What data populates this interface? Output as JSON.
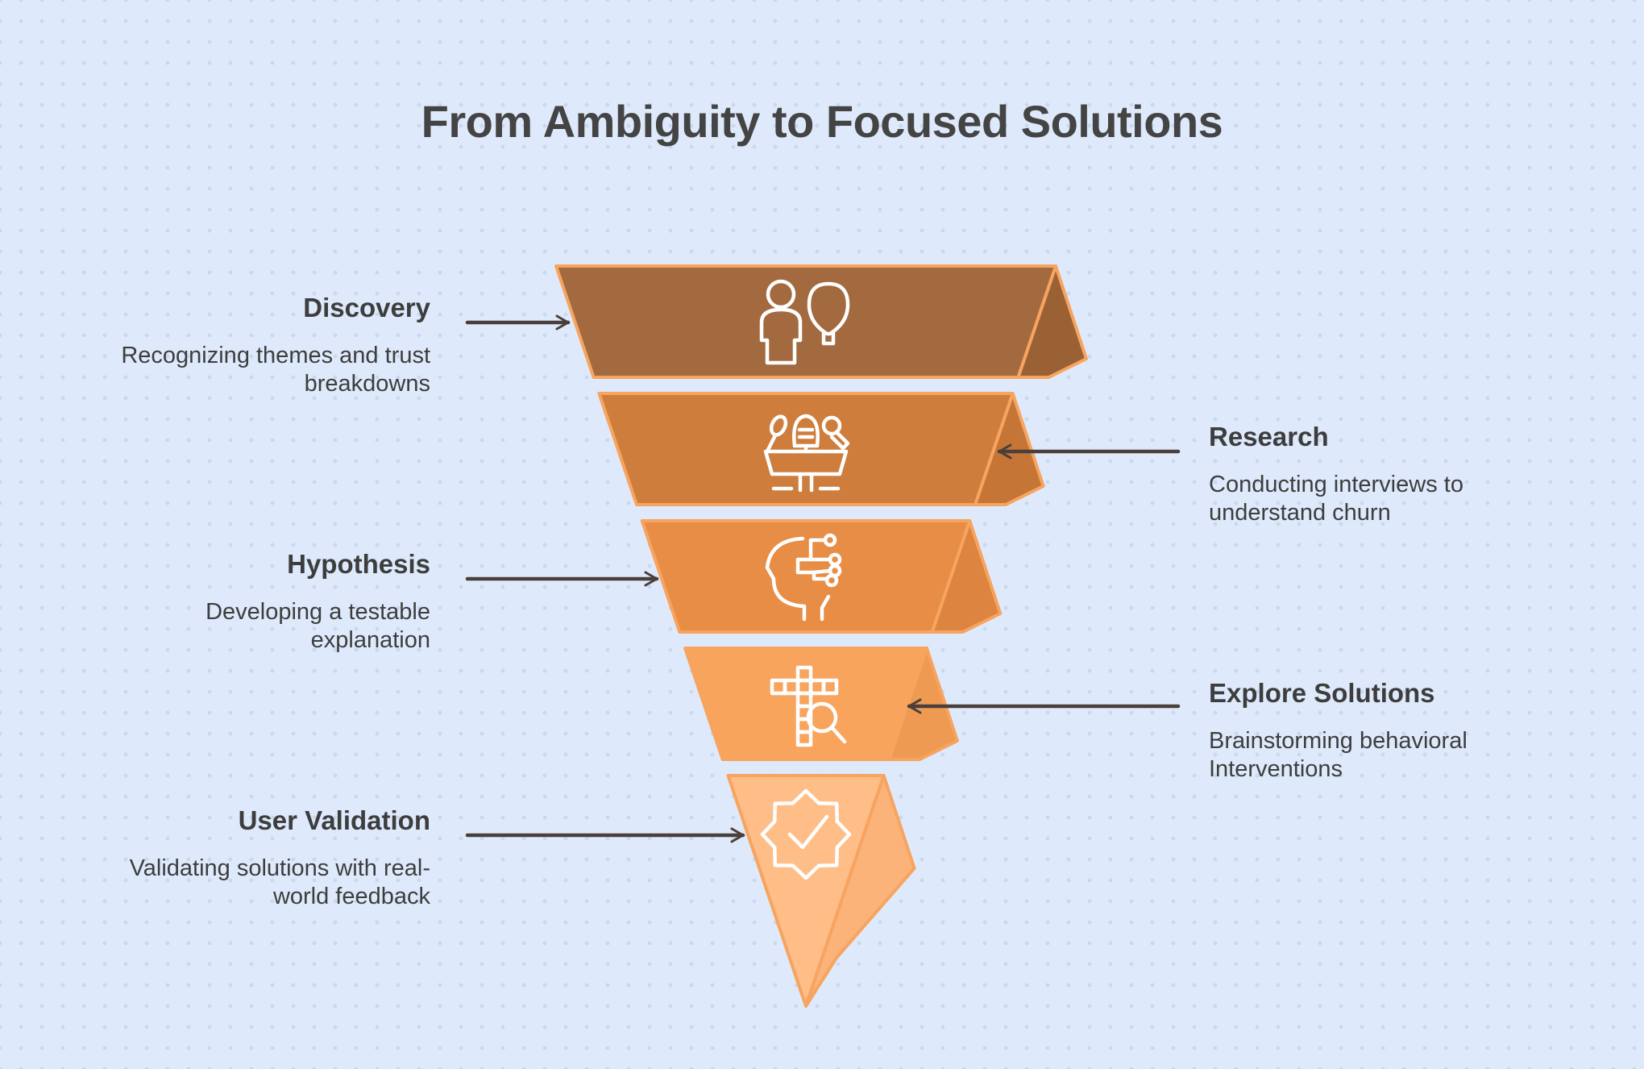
{
  "title": "From Ambiguity to Focused Solutions",
  "colors": {
    "stroke": "#f7a460",
    "arrow": "#4a3f3a",
    "icon": "#ffffff",
    "text": "#3d3d3d"
  },
  "stages": [
    {
      "title": "Discovery",
      "description": "Recognizing themes and trust breakdowns",
      "side": "left",
      "icon": "person-lightbulb-icon",
      "front_color": "#a36a3f",
      "side_color": "#9a6135"
    },
    {
      "title": "Research",
      "description": "Conducting interviews to understand churn",
      "side": "right",
      "icon": "interview-microphone-icon",
      "front_color": "#ce7d3c",
      "side_color": "#c57636"
    },
    {
      "title": "Hypothesis",
      "description": "Developing a testable explanation",
      "side": "left",
      "icon": "head-circuit-icon",
      "front_color": "#e88d45",
      "side_color": "#dd8440"
    },
    {
      "title": "Explore Solutions",
      "description": "Brainstorming behavioral Interventions",
      "side": "right",
      "icon": "crossword-magnifier-icon",
      "front_color": "#f9a45c",
      "side_color": "#ee9a52"
    },
    {
      "title": "User Validation",
      "description": "Validating solutions with real-world feedback",
      "side": "left",
      "icon": "badge-check-icon",
      "front_color": "#ffbd87",
      "side_color": "#fbb37a"
    }
  ]
}
